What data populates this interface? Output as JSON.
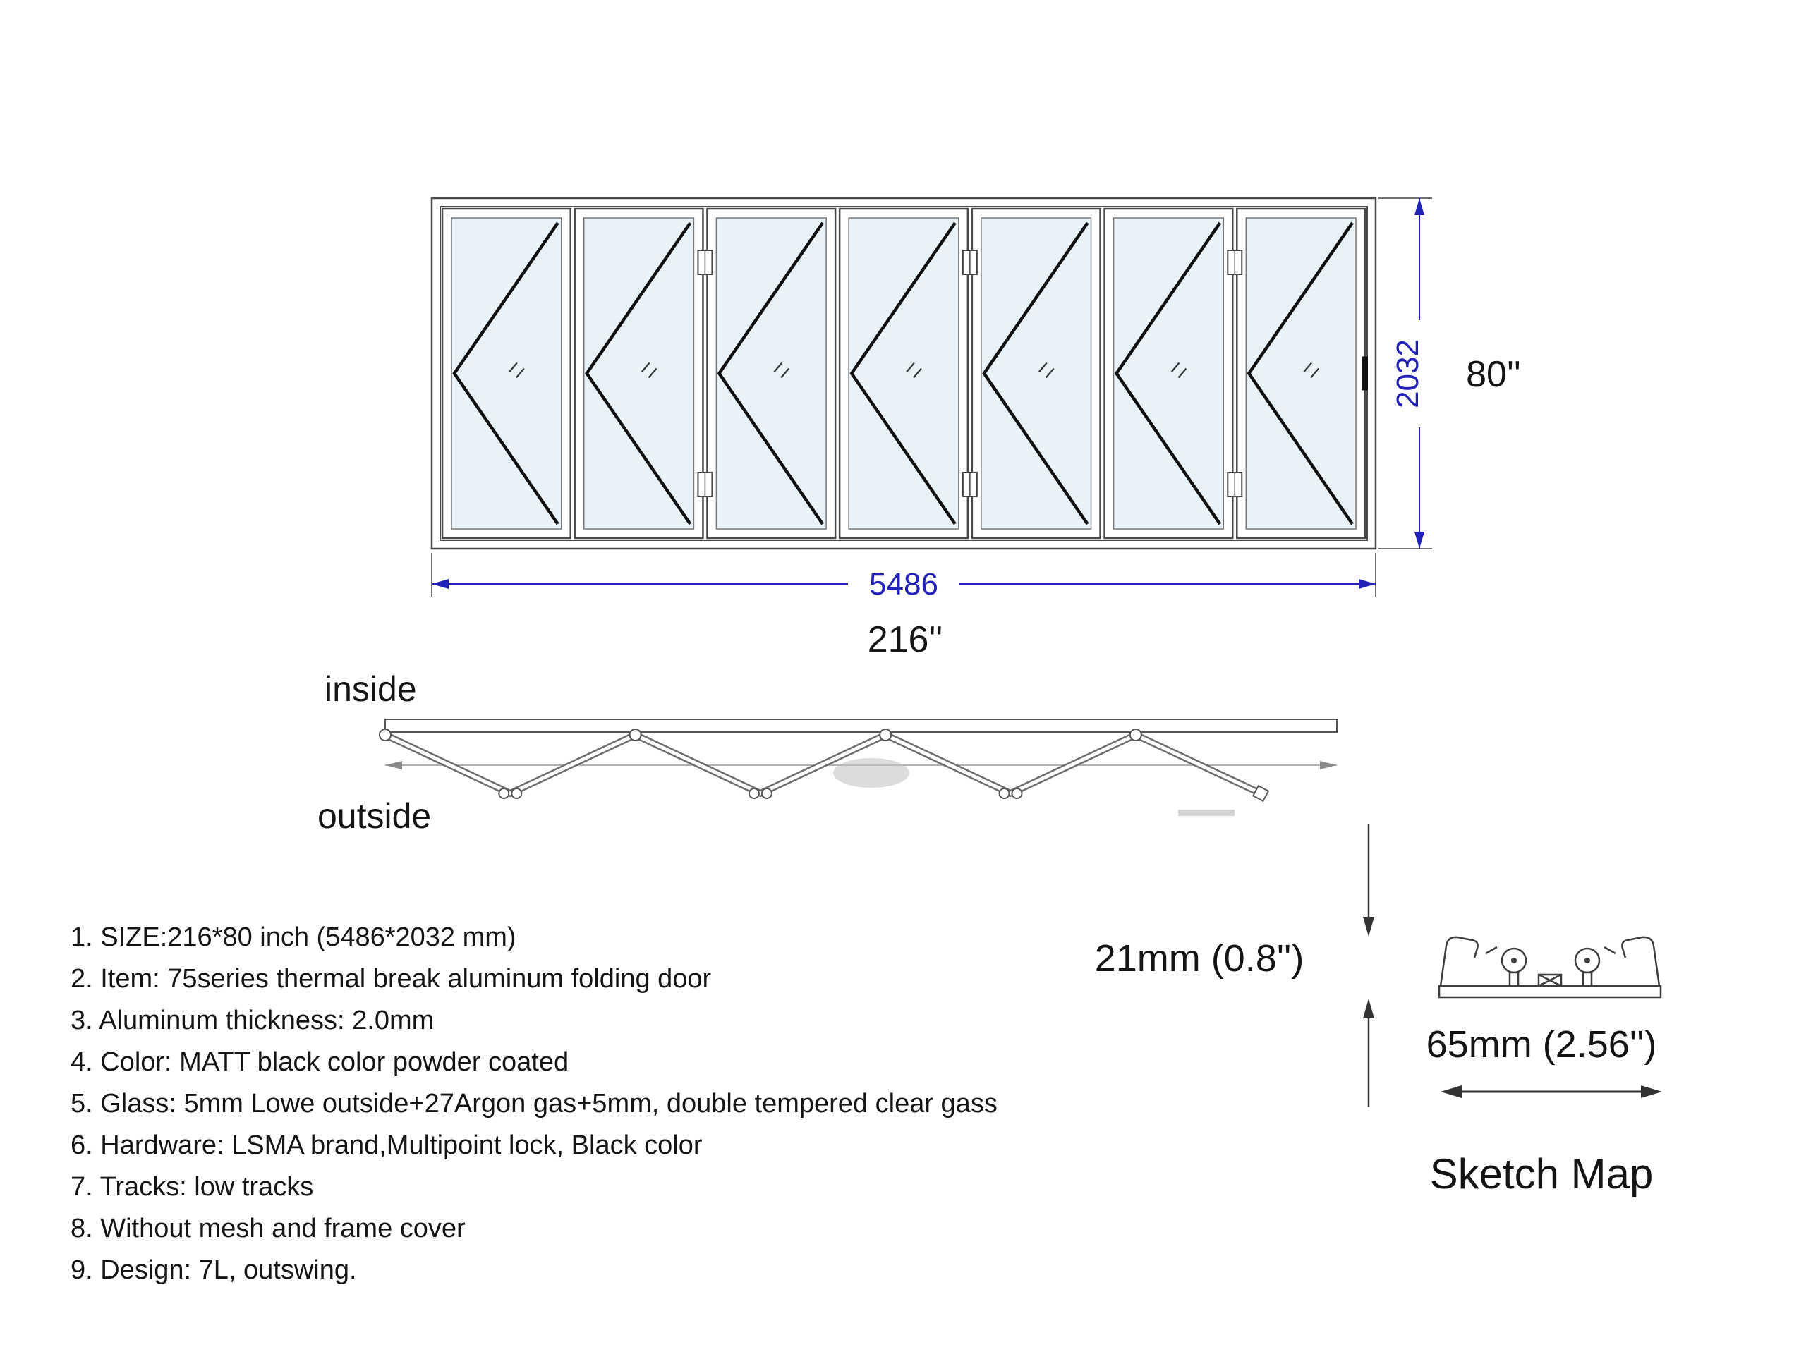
{
  "elevation": {
    "panel_count": 7,
    "dim_width_mm": "5486",
    "dim_width_inch": "216''",
    "dim_height_mm": "2032",
    "dim_height_inch": "80''"
  },
  "plan": {
    "inside_label": "inside",
    "outside_label": "outside"
  },
  "notes": [
    "1. SIZE:216*80 inch (5486*2032 mm)",
    "2. Item: 75series thermal break aluminum folding door",
    "3. Aluminum thickness: 2.0mm",
    "4. Color: MATT black color powder coated",
    "5. Glass: 5mm Lowe outside+27Argon gas+5mm, double tempered clear gass",
    "6. Hardware: LSMA brand,Multipoint lock, Black color",
    "7. Tracks: low tracks",
    "8. Without mesh and frame cover",
    "9. Design: 7L, outswing."
  ],
  "sketch": {
    "dim_height": "21mm (0.8'')",
    "dim_width": "65mm (2.56'')",
    "title": "Sketch Map"
  },
  "colors": {
    "dimension": "#2121b8",
    "glass": "#eaf2f9",
    "frame_line": "#4a4a4a"
  }
}
